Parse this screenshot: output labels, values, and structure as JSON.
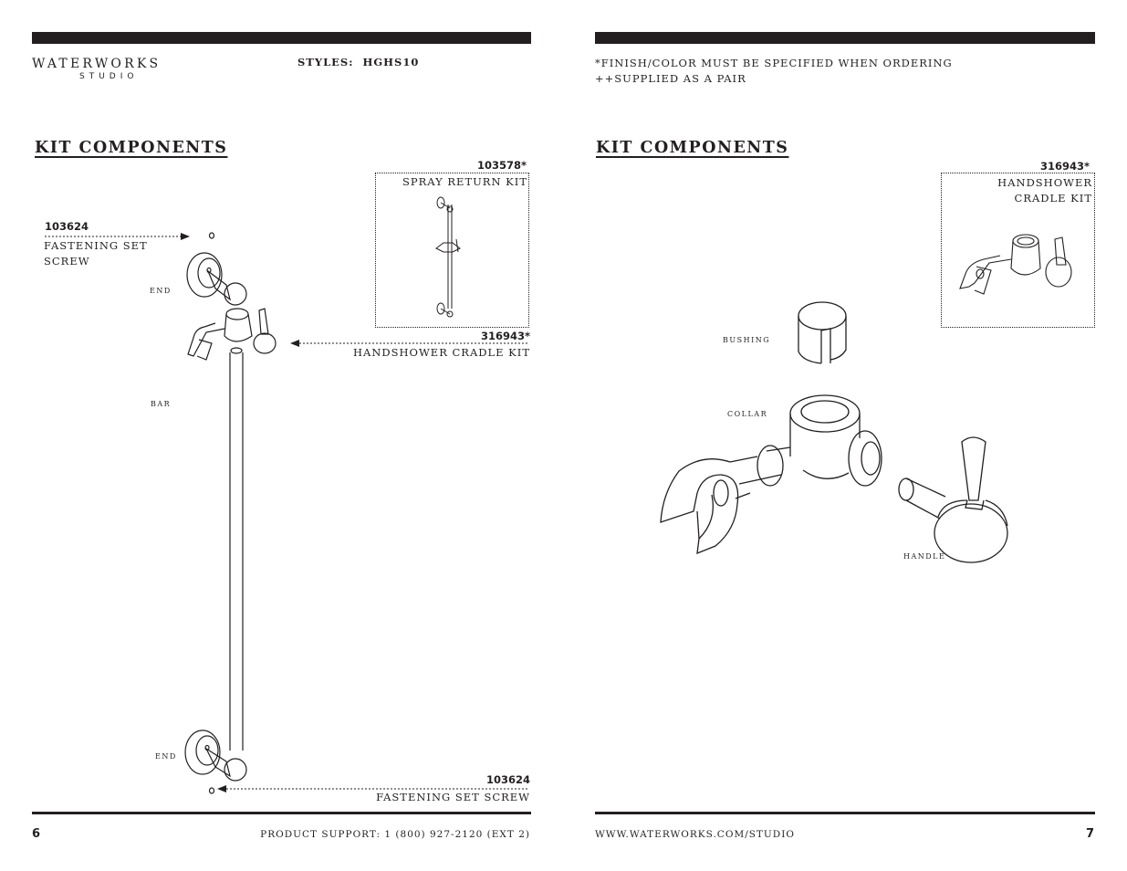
{
  "left_page": {
    "brand": {
      "name": "WATERWORKS",
      "sub": "STUDIO"
    },
    "styles_label": "STYLES:",
    "styles_value": "HGHS10",
    "heading": "KIT COMPONENTS",
    "callouts": {
      "screw_top": {
        "part": "103624",
        "line1": "FASTENING SET",
        "line2": "SCREW"
      },
      "spray": {
        "part": "103578*",
        "label": "SPRAY RETURN KIT"
      },
      "cradle": {
        "part": "316943*",
        "label": "HANDSHOWER CRADLE KIT"
      },
      "screw_bottom": {
        "part": "103624",
        "label": "FASTENING SET SCREW"
      }
    },
    "labels": {
      "end_top": "END",
      "bar": "BAR",
      "end_bottom": "END"
    },
    "page_number": "6",
    "footer": "PRODUCT SUPPORT: 1 (800) 927-2120 (EXT 2)"
  },
  "right_page": {
    "note1": "*FINISH/COLOR MUST BE SPECIFIED WHEN ORDERING",
    "note2": "++SUPPLIED AS A PAIR",
    "heading": "KIT COMPONENTS",
    "kit": {
      "part": "316943*",
      "line1": "HANDSHOWER",
      "line2": "CRADLE KIT"
    },
    "labels": {
      "bushing": "BUSHING",
      "collar": "COLLAR",
      "handle": "HANDLE"
    },
    "page_number": "7",
    "footer": "WWW.WATERWORKS.COM/STUDIO"
  },
  "colors": {
    "ink": "#231f20",
    "paper": "#ffffff"
  }
}
